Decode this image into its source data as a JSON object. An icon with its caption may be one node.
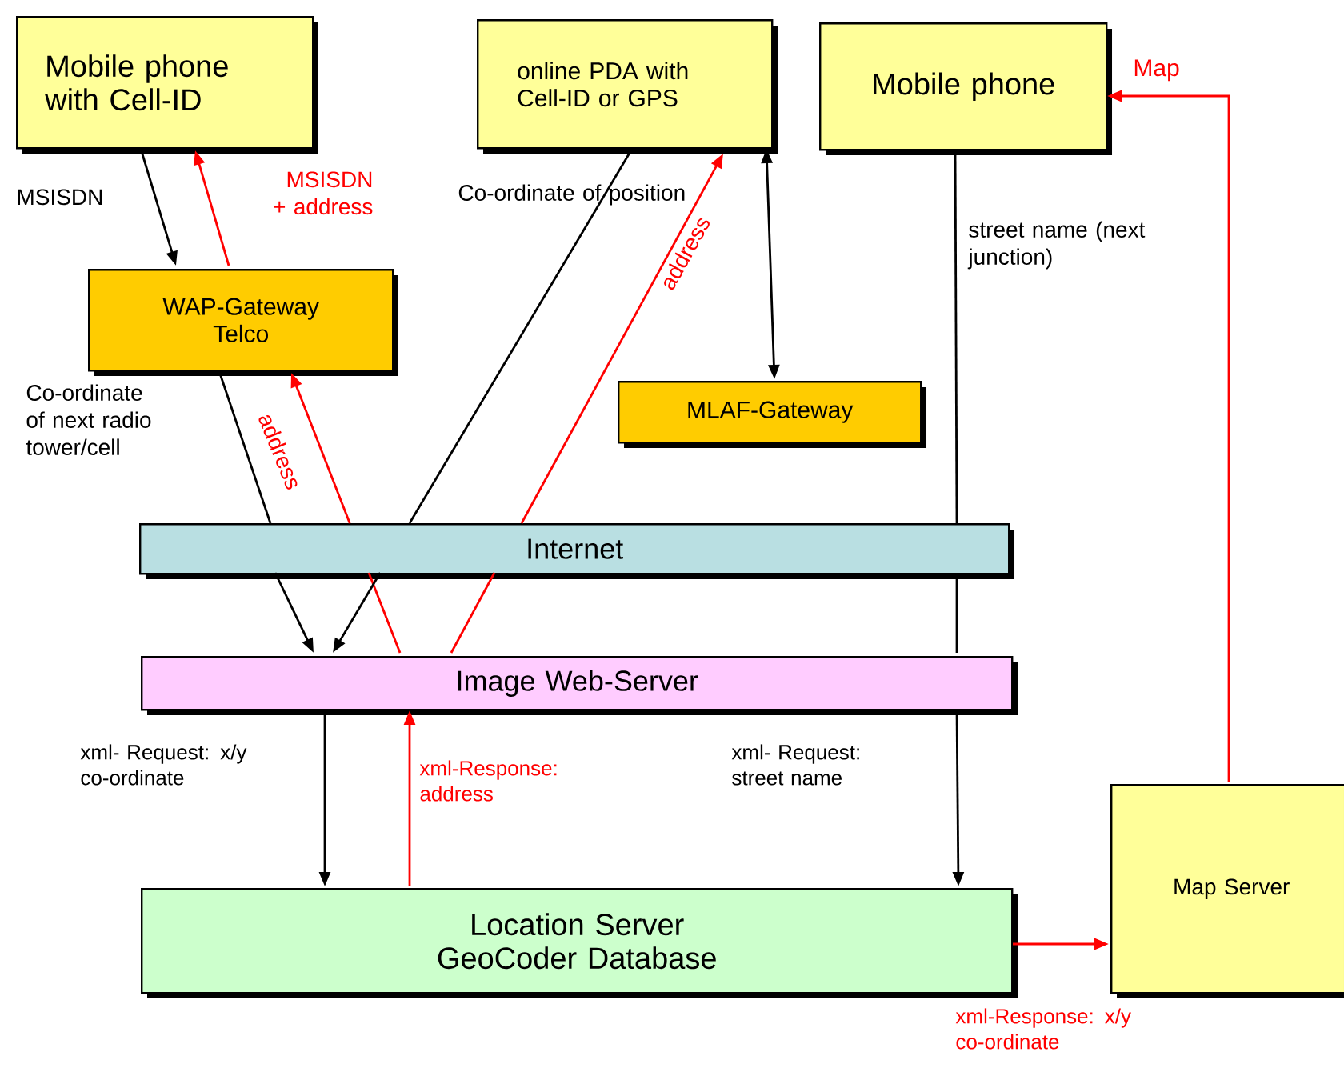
{
  "diagram": {
    "nodes": [
      {
        "text": [
          "Mobile phone with Cell-ID"
        ]
      },
      {
        "text": [
          "online PDA with Cell-ID or GPS"
        ]
      },
      {
        "text": [
          "Mobile phone"
        ]
      },
      {
        "text": [
          "WAP-Gateway Telco"
        ]
      },
      {
        "text": [
          "MLAF-Gateway"
        ]
      },
      {
        "text": [
          "Internet"
        ]
      },
      {
        "text": [
          "Image Web-Server"
        ]
      },
      {
        "text": [
          "Location Server GeoCoder Database"
        ]
      },
      {
        "text": [
          "Map Server"
        ]
      }
    ],
    "edges": [
      {
        "from": 0,
        "to": 3,
        "arrow": "to",
        "label": "MSISDN"
      },
      {
        "from": 3,
        "to": 0,
        "arrow": "to",
        "label": "MSISDN + address",
        "color": "#ff0000"
      },
      {
        "from": 3,
        "to": 5,
        "arrow": "none",
        "label": "Co-ordinate of next radio tower/cell"
      },
      {
        "from": 5,
        "to": 6,
        "arrow": "to"
      },
      {
        "from": 5,
        "to": 3,
        "arrow": "to",
        "label": "address",
        "color": "#ff0000"
      },
      {
        "from": 6,
        "to": 5,
        "arrow": "none",
        "color": "#ff0000"
      },
      {
        "from": 1,
        "to": 5,
        "arrow": "none",
        "label": "Co-ordinate of position"
      },
      {
        "from": 5,
        "to": 6,
        "arrow": "to"
      },
      {
        "from": 5,
        "to": 1,
        "arrow": "to",
        "label": "address",
        "color": "#ff0000"
      },
      {
        "from": 6,
        "to": 5,
        "arrow": "none",
        "color": "#ff0000"
      },
      {
        "from": 1,
        "to": 4,
        "arrow": "both"
      },
      {
        "from": 2,
        "to": 5,
        "arrow": "none",
        "label": "street name (next junction)"
      },
      {
        "from": 5,
        "to": 6,
        "arrow": "none"
      },
      {
        "from": 6,
        "to": 7,
        "arrow": "to",
        "label": "xml- Request: street name"
      },
      {
        "from": 6,
        "to": 7,
        "arrow": "to",
        "label": "xml- Request: x/y co-ordinate"
      },
      {
        "from": 7,
        "to": 6,
        "arrow": "to",
        "label": "xml-Response: address",
        "color": "#ff0000"
      },
      {
        "from": 7,
        "to": 8,
        "arrow": "to",
        "label": "xml-Response: x/y co-ordinate",
        "color": "#ff0000"
      },
      {
        "from": 8,
        "to": 2,
        "arrow": "to",
        "label": "Map",
        "color": "#ff0000"
      }
    ]
  }
}
